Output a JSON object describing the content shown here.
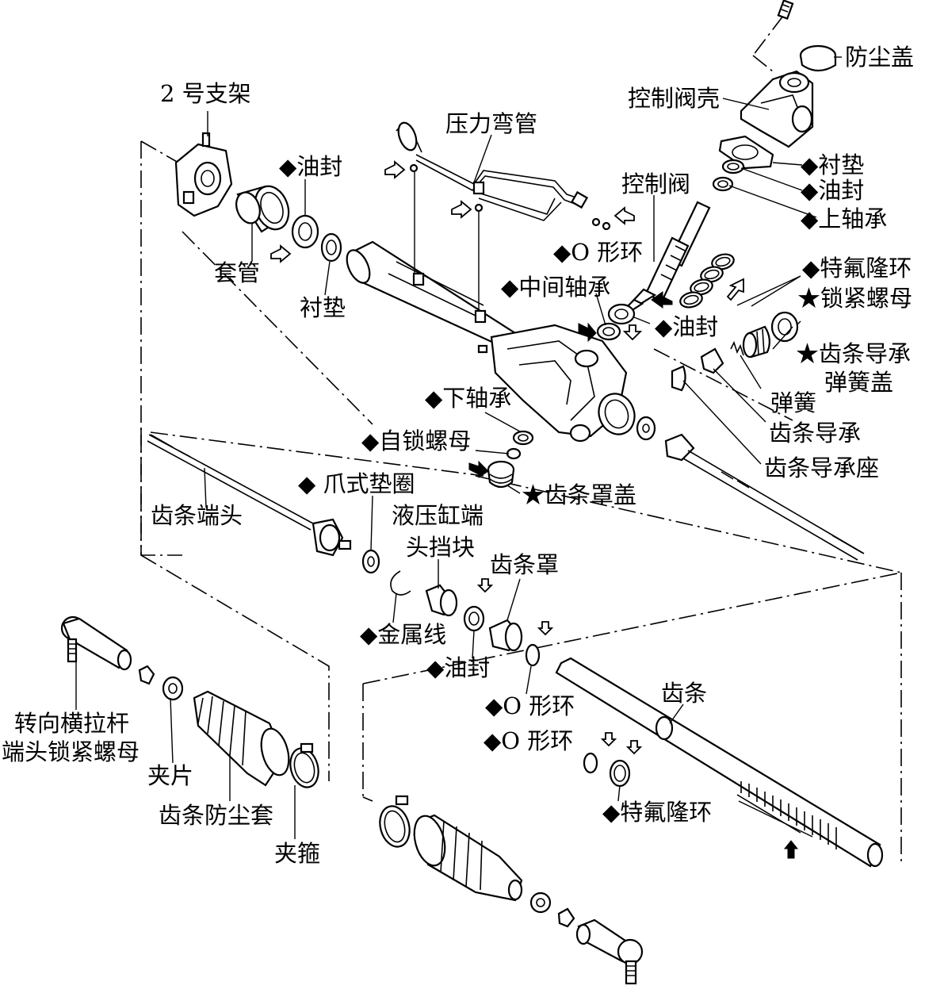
{
  "labels": {
    "no2_bracket": "2 号支架",
    "dust_cap": "防尘盖",
    "valve_housing": "控制阀壳",
    "pressure_tube": "压力弯管",
    "oil_seal_left": "◆油封",
    "gasket_top": "◆衬垫",
    "oil_seal_top": "◆油封",
    "upper_bearing": "◆上轴承",
    "control_valve": "控制阀",
    "sleeve": "套管",
    "gasket_left": "衬垫",
    "o_ring_top": "◆O 形环",
    "teflon_ring_top": "◆特氟隆环",
    "mid_bearing": "◆中间轴承",
    "lock_nut": "★锁紧螺母",
    "oil_seal_mid": "◆油封",
    "rack_guide_spring_cap_1": "★齿条导承",
    "rack_guide_spring_cap_2": "弹簧盖",
    "lower_bearing": "◆下轴承",
    "spring": "弹簧",
    "rack_guide": "齿条导承",
    "self_lock_nut": "◆自锁螺母",
    "rack_guide_seat": "齿条导承座",
    "rack_housing_cap": "★齿条罩盖",
    "claw_washer": "◆ 爪式垫圈",
    "rack_end": "齿条端头",
    "cyl_end_stopper_1": "液压缸端",
    "cyl_end_stopper_2": "头挡块",
    "rack_housing": "齿条罩",
    "wire": "◆金属线",
    "oil_seal_low": "◆油封",
    "o_ring_low": "◆O 形环",
    "rack": "齿条",
    "o_ring_low2": "◆O 形环",
    "tie_rod_nut_1": "转向横拉杆",
    "tie_rod_nut_2": "端头锁紧螺母",
    "clip": "夹片",
    "boot": "齿条防尘套",
    "clamp": "夹箍",
    "teflon_ring_low": "◆特氟隆环"
  }
}
